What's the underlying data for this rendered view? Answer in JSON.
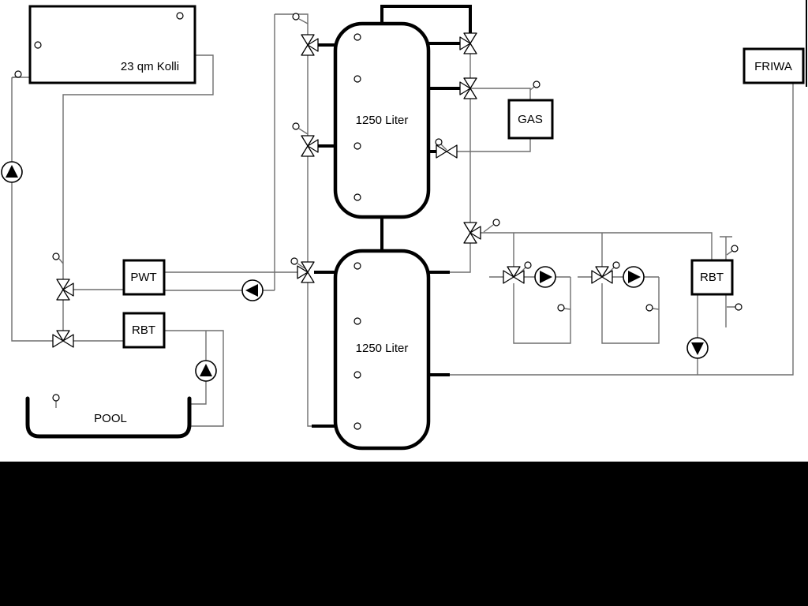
{
  "labels": {
    "collector": "23 qm Kolli",
    "tank_top": "1250 Liter",
    "tank_bottom": "1250 Liter",
    "gas": "GAS",
    "friwa": "FRIWA",
    "pwt": "PWT",
    "rbt_left": "RBT",
    "rbt_right": "RBT",
    "pool": "POOL"
  },
  "symbols": {
    "pump-icon": "circle with filled directional triangle",
    "three-way-valve-icon": "bowtie triangles with branch triangle",
    "valve-icon": "bowtie triangles",
    "sensor-icon": "small circle with stem"
  },
  "colors": {
    "background": "#ffffff",
    "outline": "#000000",
    "line": "#6e6e6e",
    "bottom_panel": "#000000"
  }
}
